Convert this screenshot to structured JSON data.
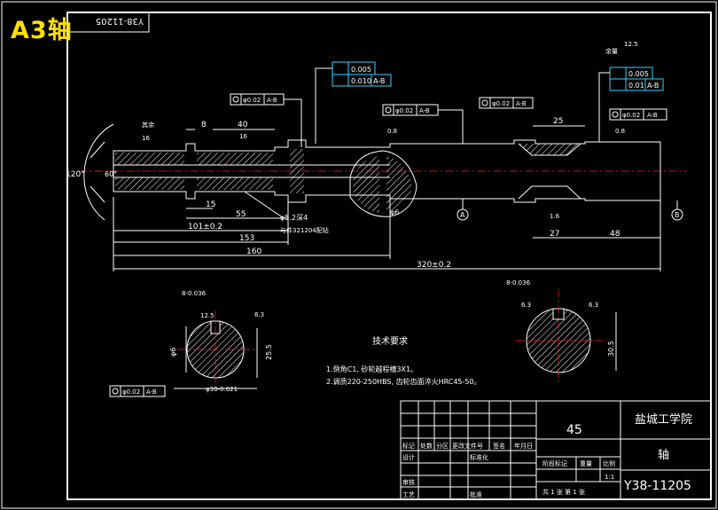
{
  "title": "A3轴",
  "corner_label": "Y38-11205",
  "technical": {
    "heading": "技术要求",
    "lines": [
      "1.倒角C1, 砂轮越程槽3X1。",
      "2.调质220-250HBS, 齿轮齿面淬火HRC45-50。"
    ]
  },
  "dims": {
    "d120": "120°",
    "d60": "60°",
    "d8": "8",
    "d40": "40",
    "d25": "25",
    "d15": "15",
    "d55": "55",
    "d101": "101±0.2",
    "d153": "153",
    "d160": "160",
    "d320": "320±0.2",
    "d27": "27",
    "d48": "48",
    "d52": "φ5.2深4",
    "holes": "与件321204配钻",
    "phi6": "φ6",
    "phi30": "φ30-0.021",
    "d255": "25.5",
    "d305": "30.5",
    "d6v": "φ6",
    "key8a": "8-0.036",
    "key8b": "8-0.036",
    "r125a": "12.5",
    "r125b": "12.5",
    "r63a": "6.3",
    "r63b": "6.3",
    "r63c": "6.3",
    "r16a": "16",
    "r16b": "16",
    "r16c": "1.6",
    "r08": "0.8",
    "r08b": "0.8",
    "remain": "其余",
    "remain2": "余量"
  },
  "tolerances": {
    "t1a": "0.005",
    "t1b": "0.010",
    "t1b_ref": "A-B",
    "t2a": "0.005",
    "t2b": "0.01",
    "t2b_ref": "A-B",
    "f1": "φ0.02",
    "f1_ref": "A-B",
    "f2": "φ0.02",
    "f2_ref": "A-B",
    "f3": "φ0.02",
    "f3_ref": "A-B",
    "f4": "φ0.02",
    "f4_ref": "A-B",
    "f5": "φ0.02",
    "f5_ref": "A-B"
  },
  "datums": {
    "a": "A",
    "b": "B"
  },
  "titleblock": {
    "material": "45",
    "school": "盐城工学院",
    "part_name": "轴",
    "drawing_no": "Y38-11205",
    "scale": "1:1",
    "headers": [
      "标记",
      "处数",
      "分区",
      "更改文件号",
      "签名",
      "年月日"
    ],
    "design": "设计",
    "standardize": "标准化",
    "stage": "阶段标记",
    "weight": "重量",
    "ratio": "比例",
    "review": "审核",
    "process": "工艺",
    "approve": "批准",
    "sheets": "共 1 张  第 1 张"
  }
}
